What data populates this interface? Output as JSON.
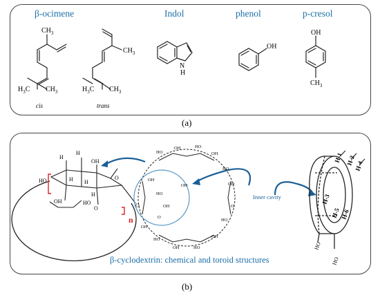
{
  "panel_a": {
    "caption": "(a)",
    "compounds": [
      {
        "name": "β-ocimene",
        "isomers": [
          "cis",
          "trans"
        ]
      },
      {
        "name": "Indol"
      },
      {
        "name": "phenol"
      },
      {
        "name": "p-cresol"
      }
    ],
    "atoms": {
      "ch3": "CH",
      "h3c": "H",
      "c": "C",
      "sub3": "3",
      "nh": "N",
      "h": "H",
      "oh": "OH",
      "o": "O"
    }
  },
  "panel_b": {
    "caption": "(b)",
    "title": "β-cyclodextrin: chemical and toroid structures",
    "inner_cavity": "Inner cavity",
    "repeat": "n",
    "protons": [
      "H-1",
      "H-2",
      "H-4",
      "H-3",
      "H-5",
      "H-6"
    ],
    "unit_labels": [
      "H",
      "H",
      "OH",
      "HO",
      "H",
      "H",
      "OH",
      "H",
      "O",
      "O",
      "O",
      "HO"
    ],
    "toroid_oh": [
      "HO",
      "HO"
    ]
  },
  "colors": {
    "accent": "#1b6fa8",
    "bracket": "#e02020",
    "line": "#222222"
  }
}
